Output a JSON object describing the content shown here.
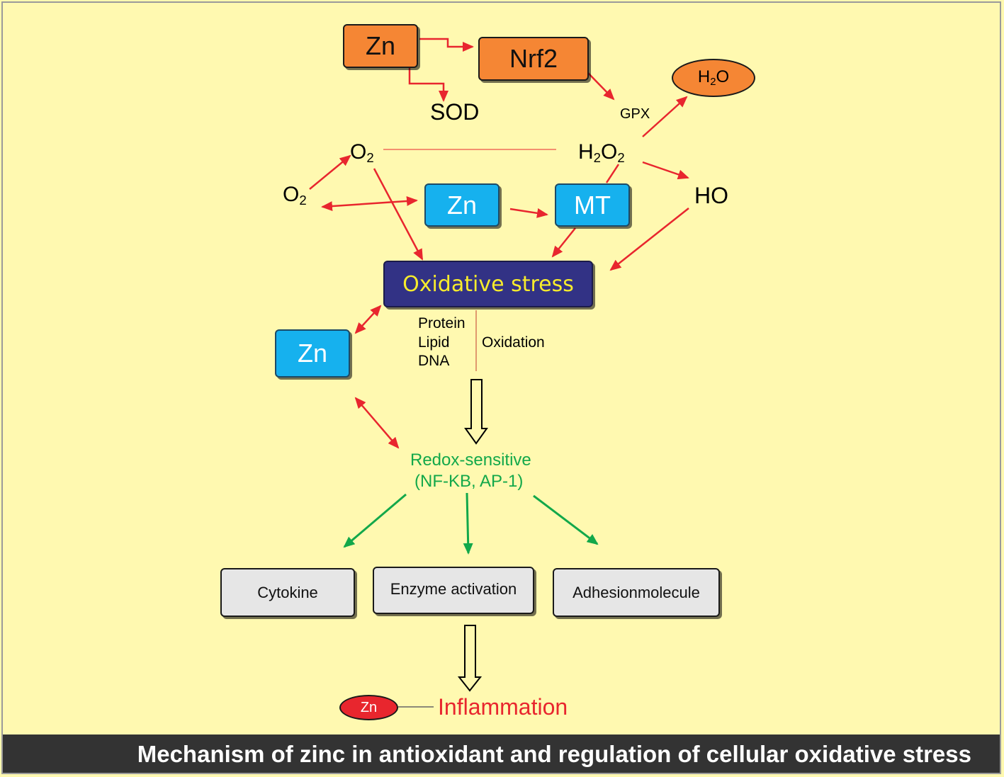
{
  "colors": {
    "background": "#fff9b0",
    "red_arrow": "#e8262e",
    "green_arrow": "#12a84a",
    "orange_box": "#f58634",
    "blue_box": "#16b1ee",
    "navy_box": "#323285",
    "yellow_text": "#f7ec2c",
    "gray_box": "#e6e6e6",
    "caption_bar": "#333333",
    "zn_red_oval": "#e8262e"
  },
  "nodes": {
    "zn_top": "Zn",
    "nrf2": "Nrf2",
    "sod": "SOD",
    "gpx": "GPX",
    "h2o": {
      "base": "H",
      "sub": "2",
      "rest": "O"
    },
    "o2_upper": {
      "base": "O",
      "sub": "2"
    },
    "h2o2": {
      "a": "H",
      "sub1": "2",
      "b": "O",
      "sub2": "2"
    },
    "o2_left": {
      "base": "O",
      "sub": "2"
    },
    "zn_middle": "Zn",
    "mt": "MT",
    "ho": "HO",
    "oxidative_stress": "Oxidative stress",
    "zn_left": "Zn",
    "targets": [
      "Protein",
      "Lipid",
      "DNA"
    ],
    "oxidation": "Oxidation",
    "redox_line1": "Redox-sensitive",
    "redox_line2": "(NF-KB, AP-1)",
    "cytokine": "Cytokine",
    "enzyme_activation": "Enzyme activation",
    "adhesion_molecule": "Adhesionmolecule",
    "zn_bottom": "Zn",
    "inflammation": "Inflammation"
  },
  "caption": "Mechanism of zinc in antioxidant and regulation of cellular oxidative stress"
}
